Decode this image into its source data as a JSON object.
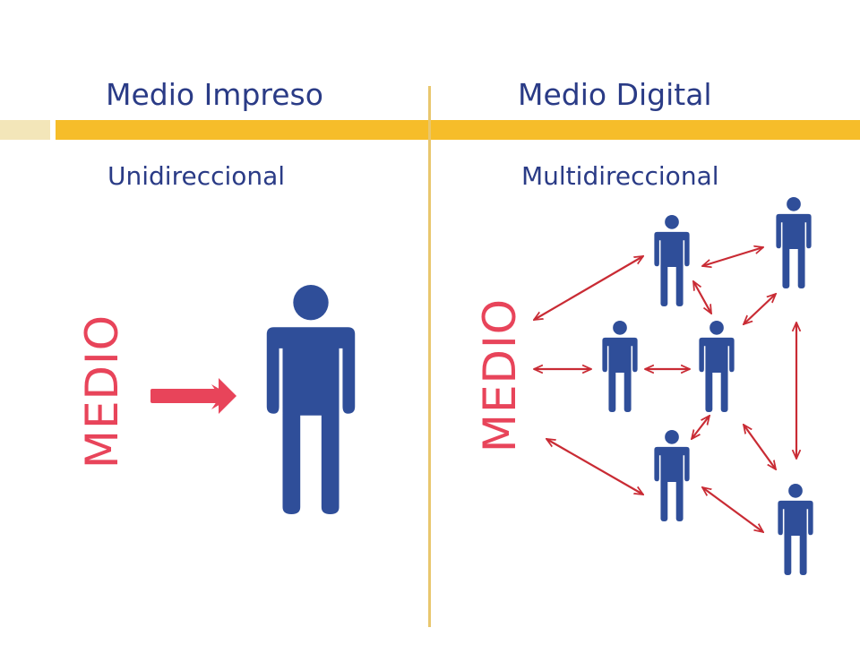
{
  "left": {
    "title": "Medio Impreso",
    "subtitle": "Unidireccional",
    "medio_label": "MEDIO"
  },
  "right": {
    "title": "Medio Digital",
    "subtitle": "Multidireccional",
    "medio_label": "MEDIO"
  },
  "colors": {
    "header_bar": "#f6bd2a",
    "header_bar_light": "#f3e6b9",
    "divider": "#e9c76e",
    "text_blue": "#2a3b86",
    "person_blue": "#2f4e99",
    "medio_red": "#e8445a",
    "arrow_red": "#c92b34"
  },
  "icons": [
    "person-icon",
    "arrow-right-icon",
    "double-arrow-icon"
  ]
}
